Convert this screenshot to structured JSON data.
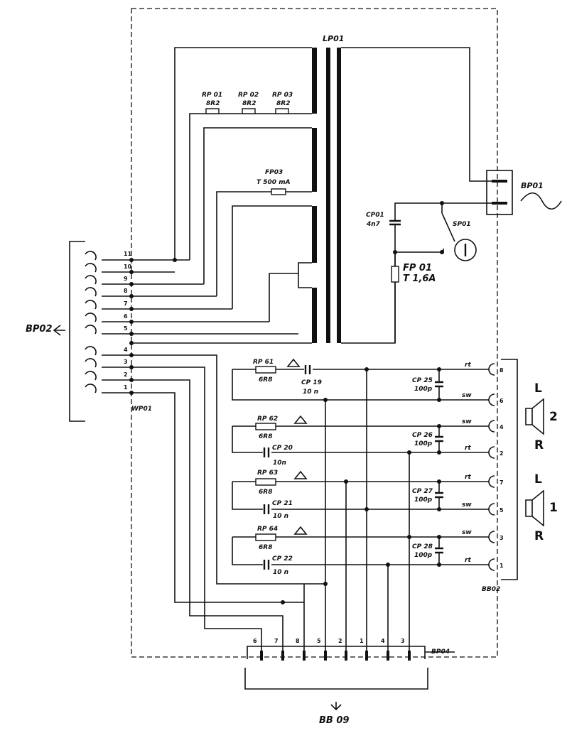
{
  "labels": {
    "transformer": "LP01",
    "mains_connector": "BP01",
    "connector_left": "BP02",
    "connector_bottom": "BP04",
    "connector_bottom_target": "BB 09",
    "wire_harness": "WP01",
    "speaker_block": "BB02",
    "switch": "SP01"
  },
  "resistors_top": [
    {
      "ref": "RP 01",
      "value": "8R2"
    },
    {
      "ref": "RP 02",
      "value": "8R2"
    },
    {
      "ref": "RP 03",
      "value": "8R2"
    }
  ],
  "fuse_transformer": {
    "ref": "FP03",
    "value": "T 500 mA"
  },
  "fuse_mains": {
    "ref": "FP 01",
    "value": "T 1,6A"
  },
  "cap_mains": {
    "ref": "CP01",
    "value": "4n7"
  },
  "speaker_channels": [
    {
      "res": "RP 61",
      "res_val": "6R8",
      "cap": "CP 19",
      "cap_val": "10 n",
      "shunt": "CP 25",
      "shunt_val": "100p",
      "pins": [
        "8",
        "6"
      ],
      "wires": [
        "rt",
        "sw"
      ]
    },
    {
      "res": "RP 62",
      "res_val": "6R8",
      "cap": "CP 20",
      "cap_val": "10n",
      "shunt": "CP 26",
      "shunt_val": "100p",
      "pins": [
        "4",
        "2"
      ],
      "wires": [
        "sw",
        "rt"
      ]
    },
    {
      "res": "RP 63",
      "res_val": "6R8",
      "cap": "CP 21",
      "cap_val": "10 n",
      "shunt": "CP 27",
      "shunt_val": "100p",
      "pins": [
        "7",
        "5"
      ],
      "wires": [
        "rt",
        "sw"
      ]
    },
    {
      "res": "RP 64",
      "res_val": "6R8",
      "cap": "CP 22",
      "cap_val": "10 n",
      "shunt": "CP 28",
      "shunt_val": "100p",
      "pins": [
        "3",
        "1"
      ],
      "wires": [
        "sw",
        "rt"
      ]
    }
  ],
  "speakers": [
    {
      "number": "2",
      "left": "L",
      "right": "R"
    },
    {
      "number": "1",
      "left": "L",
      "right": "R"
    }
  ],
  "bp02_pins": [
    "11",
    "10",
    "9",
    "8",
    "7",
    "6",
    "5",
    "4",
    "3",
    "2",
    "1"
  ],
  "bp04_pins": [
    "6",
    "7",
    "8",
    "5",
    "2",
    "1",
    "4",
    "3"
  ]
}
